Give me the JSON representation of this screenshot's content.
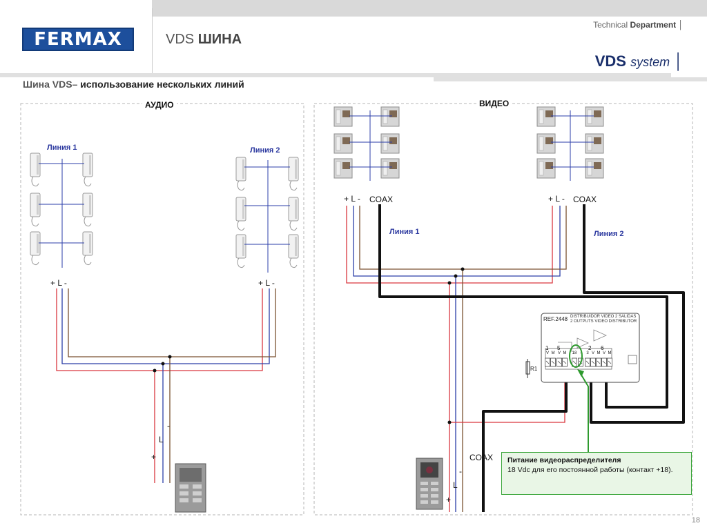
{
  "header": {
    "logo": "FERMAX",
    "title_light": "VDS",
    "title_bold": "ШИНА",
    "tech_light": "Technical",
    "tech_bold": "Department",
    "system_bold": "VDS",
    "system_italic": "system"
  },
  "subtitle": {
    "part1": "Шина VDS–",
    "part2": "использование нескольких линий"
  },
  "audio": {
    "label": "АУДИО",
    "line1": "Линия 1",
    "line2": "Линия 2",
    "pins_left": "+ L -",
    "pins_right": "+ L -",
    "riser_minus": "-",
    "riser_l": "L",
    "riser_plus": "+"
  },
  "video": {
    "label": "ВИДЕО",
    "pins_left": "+ L -",
    "coax_left": "COAX",
    "pins_right": "+ L -",
    "coax_right": "COAX",
    "line1": "Линия 1",
    "line2": "Линия 2",
    "coax_bottom": "COAX",
    "riser_minus": "-",
    "riser_l": "L",
    "riser_plus": "+"
  },
  "distributor": {
    "ref": "REF.2448",
    "name_es": "DISTRIBUIDOR VIDEO 2 SALIDAS",
    "name_en": "2 OUTPUTS VIDEO DISTRIBUTOR",
    "group_labels": [
      "1",
      "5",
      "2",
      "6"
    ],
    "terminals": [
      "V",
      "M",
      "V",
      "M",
      "18",
      "-",
      "3",
      "V",
      "M",
      "V",
      "M"
    ],
    "resistor": "R1"
  },
  "note": {
    "title": "Питание видеораспределителя",
    "text": "18 Vdc для его постоянной работы (контакт +18)."
  },
  "page_number": "18",
  "colors": {
    "brand": "#1d4f9c",
    "wire_red": "#d9363e",
    "wire_blue": "#2b3ea8",
    "wire_brown": "#7a5230",
    "coax": "#111111",
    "highlight_green": "#2e9a2e"
  }
}
